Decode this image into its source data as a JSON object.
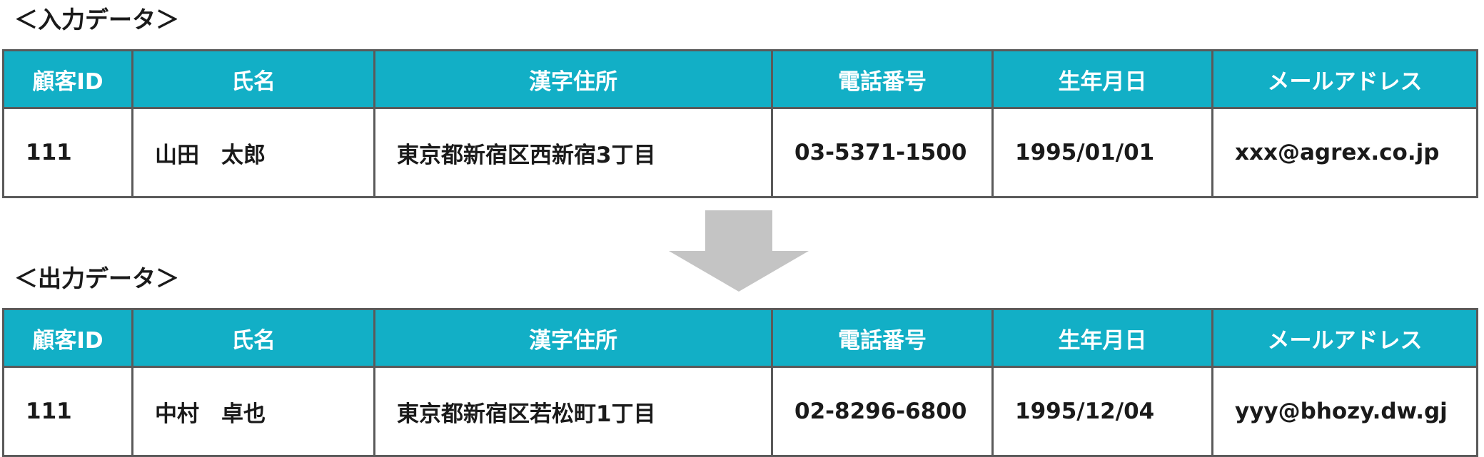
{
  "input_section": {
    "label": "＜入力データ＞",
    "headers": [
      "顧客ID",
      "氏名",
      "漢字住所",
      "電話番号",
      "生年月日",
      "メールアドレス"
    ],
    "row": [
      "111",
      "山田　太郎",
      "東京都新宿区西新宿3丁目",
      "03-5371-1500",
      "1995/01/01",
      "xxx@agrex.co.jp"
    ]
  },
  "output_section": {
    "label": "＜出力データ＞",
    "headers": [
      "顧客ID",
      "氏名",
      "漢字住所",
      "電話番号",
      "生年月日",
      "メールアドレス"
    ],
    "row": [
      "111",
      "中村　卓也",
      "東京都新宿区若松町1丁目",
      "02-8296-6800",
      "1995/12/04",
      "yyy@bhozy.dw.gj"
    ]
  },
  "colors": {
    "header_bg": "#12afc6",
    "header_text": "#ffffff",
    "border": "#5a5a5a",
    "arrow": "#c4c4c4"
  },
  "arrow_icon": "down-arrow-icon"
}
